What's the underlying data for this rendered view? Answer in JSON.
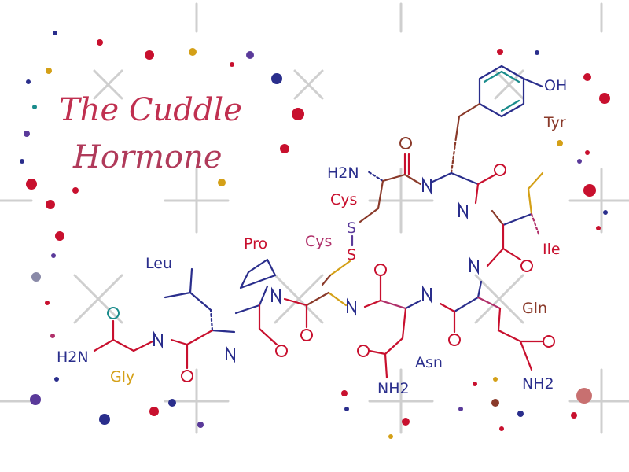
{
  "title": {
    "line1": "The Cuddle",
    "line2": "Hormone",
    "color": "#c03050"
  },
  "residues": {
    "tyr": "Tyr",
    "ile": "Ile",
    "gln": "Gln",
    "asn": "Asn",
    "cys_top": "Cys",
    "cys_mid": "Cys",
    "pro": "Pro",
    "leu": "Leu",
    "gly": "Gly"
  },
  "atoms": {
    "oh": "OH",
    "h2n_top": "H2N",
    "s1": "S",
    "s2": "S",
    "h2n_gly": "H2N",
    "nh2_asn": "NH2",
    "nh2_gln": "NH2"
  },
  "palette": {
    "red": "#c8102e",
    "navy": "#2a2e8c",
    "teal": "#1a8c8c",
    "gold": "#d4a017",
    "magenta": "#b0306a",
    "purple": "#5a3a9a",
    "brown": "#8a3a2a"
  }
}
